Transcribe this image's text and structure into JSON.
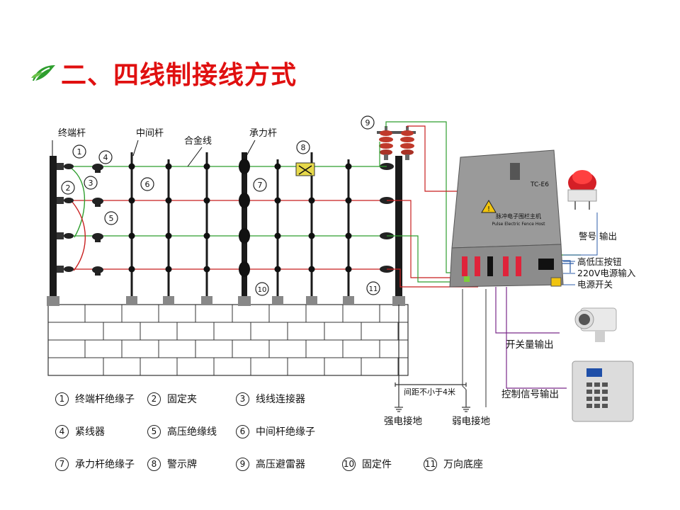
{
  "slide": {
    "title": "二、四线制接线方式",
    "icon": "leaf-logo-icon"
  },
  "fence_labels": {
    "end_post": "终端杆",
    "middle_post": "中间杆",
    "alloy_wire": "合金线",
    "strain_post": "承力杆"
  },
  "callout_numbers": [
    "1",
    "2",
    "3",
    "4",
    "5",
    "6",
    "7",
    "8",
    "9",
    "10",
    "11"
  ],
  "host": {
    "model": "TC-E6",
    "name_cn": "脉冲电子围栏主机",
    "name_en": "Pulse Electric Fence Host"
  },
  "device_labels": {
    "alarm_output": "警号 输出",
    "hv_switch_button": "高低压按钮",
    "power_input": "220V电源输入",
    "power_switch": "电源开关",
    "switch_output": "开关量输出",
    "control_output": "控制信号输出",
    "spacing_note": "间距不小于4米",
    "strong_ground": "强电接地",
    "weak_ground": "弱电接地"
  },
  "legend": [
    {
      "num": "1",
      "text": "终端杆绝缘子"
    },
    {
      "num": "2",
      "text": "固定夹"
    },
    {
      "num": "3",
      "text": "线线连接器"
    },
    {
      "num": "4",
      "text": "紧线器"
    },
    {
      "num": "5",
      "text": "高压绝缘线"
    },
    {
      "num": "6",
      "text": "中间杆绝缘子"
    },
    {
      "num": "7",
      "text": "承力杆绝缘子"
    },
    {
      "num": "8",
      "text": "警示牌"
    },
    {
      "num": "9",
      "text": "高压避雷器"
    },
    {
      "num": "10",
      "text": "固定件"
    },
    {
      "num": "11",
      "text": "万向底座"
    }
  ],
  "colors": {
    "title": "#e01010",
    "wire_green": "#2e9e2e",
    "wire_red": "#c81e1e",
    "wire_purple": "#7a2a8a",
    "post": "#1a1a1a",
    "brick_line": "#333333"
  }
}
